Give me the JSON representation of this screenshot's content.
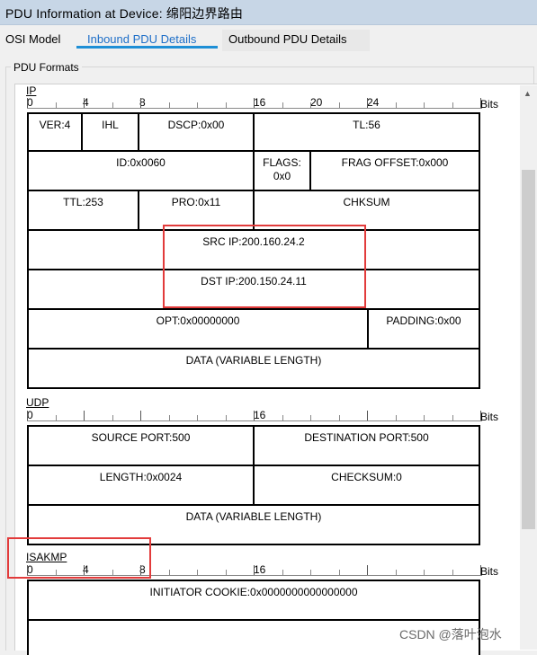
{
  "window": {
    "title": "PDU Information at Device: 绵阳边界路由"
  },
  "tabs": [
    {
      "label": "OSI Model"
    },
    {
      "label": "Inbound PDU Details"
    },
    {
      "label": "Outbound PDU Details"
    }
  ],
  "group_label": "PDU Formats",
  "bits_label": "Bits",
  "sections": {
    "ip": {
      "title": "IP",
      "ruler": [
        "0",
        "4",
        "8",
        "16",
        "20",
        "24"
      ],
      "fields": {
        "ver": "VER:4",
        "ihl": "IHL",
        "dscp": "DSCP:0x00",
        "tl": "TL:56",
        "id": "ID:0x0060",
        "flags_1": "FLAGS:",
        "flags_2": "0x0",
        "frag": "FRAG OFFSET:0x000",
        "ttl": "TTL:253",
        "pro": "PRO:0x11",
        "chksum": "CHKSUM",
        "src": "SRC IP:200.160.24.2",
        "dst": "DST IP:200.150.24.11",
        "opt": "OPT:0x00000000",
        "padding": "PADDING:0x00",
        "data": "DATA (VARIABLE LENGTH)"
      }
    },
    "udp": {
      "title": "UDP",
      "ruler": [
        "0",
        "16"
      ],
      "fields": {
        "src_port": "SOURCE PORT:500",
        "dst_port": "DESTINATION PORT:500",
        "length": "LENGTH:0x0024",
        "checksum": "CHECKSUM:0",
        "data": "DATA (VARIABLE LENGTH)"
      }
    },
    "isakmp": {
      "title": "ISAKMP",
      "ruler": [
        "0",
        "4",
        "8",
        "16"
      ],
      "fields": {
        "initiator_cookie": "INITIATOR COOKIE:0x0000000000000000"
      }
    }
  },
  "watermark": "CSDN @落叶泡水",
  "colors": {
    "highlight": "#e23b3b",
    "active_tab": "#1e6fc8",
    "title_bar": "#c7d6e6"
  }
}
